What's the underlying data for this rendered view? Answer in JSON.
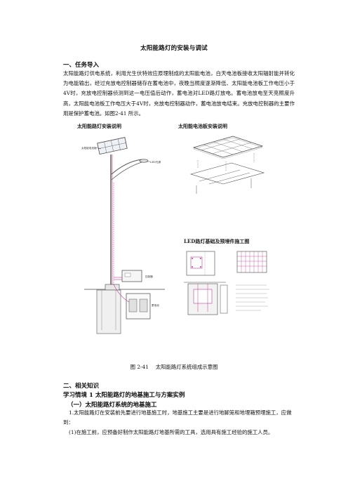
{
  "doc": {
    "title": "太阳能路灯的安装与调试",
    "section1_heading": "一、任务导入",
    "intro_paragraph": "太阳能路灯供电系统，利用光生伏特效应原理制成的太阳能电池，白天电池板接收太阳辐射能并转化为电能输出，经过充放电控制器储存在蓄电池中，夜晚当照度逐渐降低、太阳能电池板工作电压小于4V时，充放电控制器侦测到这一电压值后动作，蓄电池对LED路灯放电。蓄电池放电至天亮照度升高，太阳能电池板工作电压大于4V时，充放电控制器动作，蓄电池放电结束。充放电控制器的主要作用是保护蓄电池。如图2-41 所示。",
    "figure": {
      "label_install": "太阳能路灯安装说明",
      "label_panel": "太阳能电池板安装说明",
      "label_foundation": "LED路灯基础及预埋件施工图",
      "small_panel_label": "太阳能电池板",
      "small_led_label": "LED光源",
      "small_ctrl_label": "控制器",
      "small_battery_label": "蓄电池",
      "caption": "图 2-41　 太阳能路灯系统组成示意图"
    },
    "section2_heading": "二、相关知识",
    "situation_heading": "学习情境 1 太阳能路灯的地基施工与方案实例",
    "sub_heading": "（一）太阳能路灯系统的地基施工",
    "item1": "1.太阳能路灯在安装前先要进行地基施工时，地基施工主要是进行地脚笼和地埋箱预埋施工，应做到：",
    "item1_1": "(1)在施工前，应预备好制作太阳能路灯地基所需的工具，选用具有施工经验的施工人员。"
  }
}
